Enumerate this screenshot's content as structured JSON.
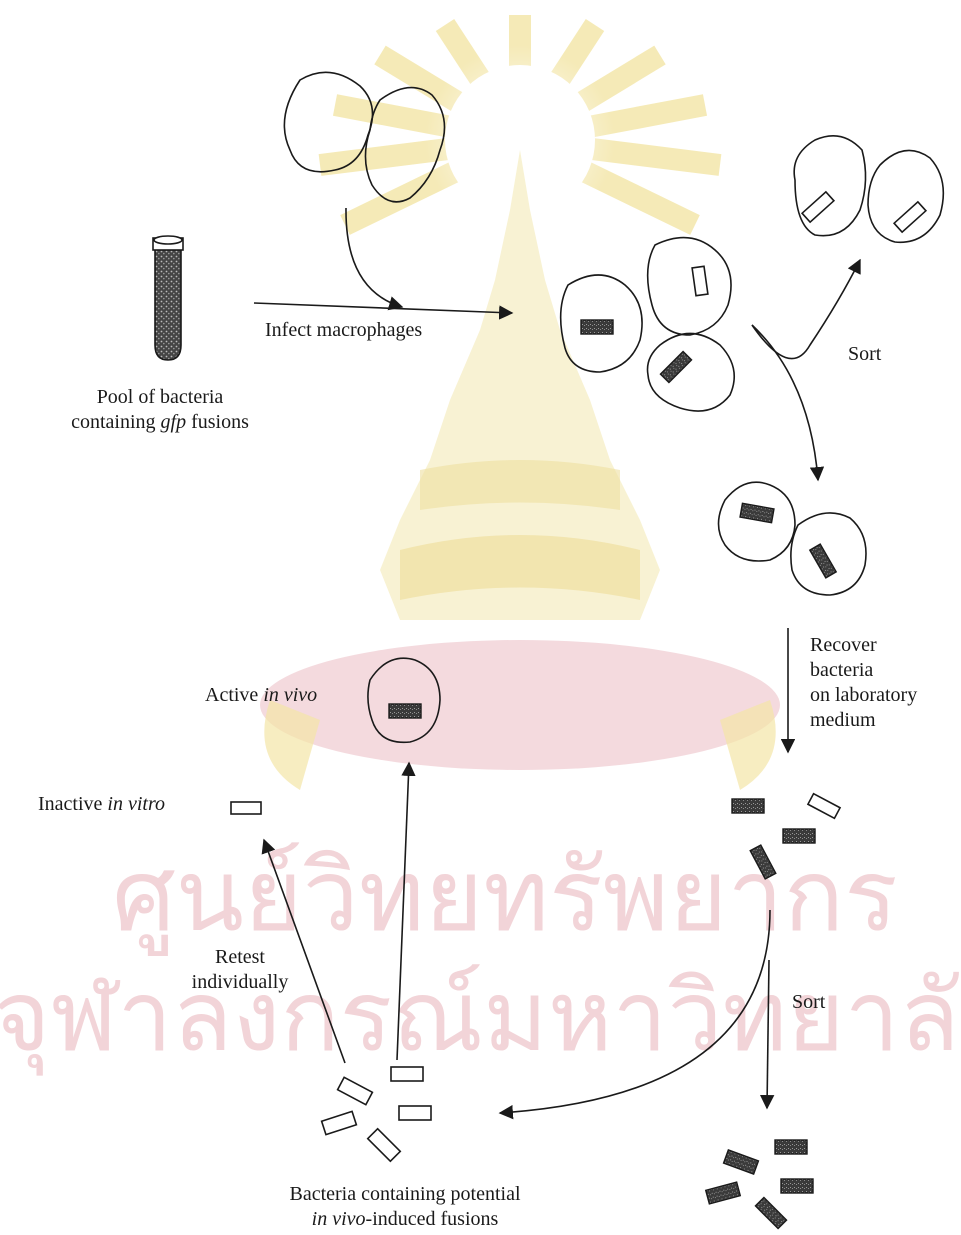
{
  "colors": {
    "ink": "#1a1a1a",
    "watermark_gold": "#f3e6a6",
    "watermark_pink": "#f2d4d8",
    "shaded_rod": "#555555"
  },
  "watermark": {
    "line1": "ศูนย์วิทยทรัพยากร",
    "line2": "จุฬาลงกรณ์มหาวิทยาลัย"
  },
  "labels": {
    "pool_line1": "Pool of bacteria",
    "pool_line2_a": "containing ",
    "pool_line2_b": "gfp",
    "pool_line2_c": " fusions",
    "infect": "Infect macrophages",
    "sort_top": "Sort",
    "recover_1": "Recover",
    "recover_2": "bacteria",
    "recover_3": "on laboratory",
    "recover_4": "medium",
    "active_a": "Active ",
    "active_b": "in vivo",
    "inactive_a": "Inactive ",
    "inactive_b": "in vitro",
    "retest_1": "Retest",
    "retest_2": "individually",
    "sort_bottom": "Sort",
    "bottom_1": "Bacteria containing potential",
    "bottom_2a": "in vivo",
    "bottom_2b": "-induced fusions"
  }
}
